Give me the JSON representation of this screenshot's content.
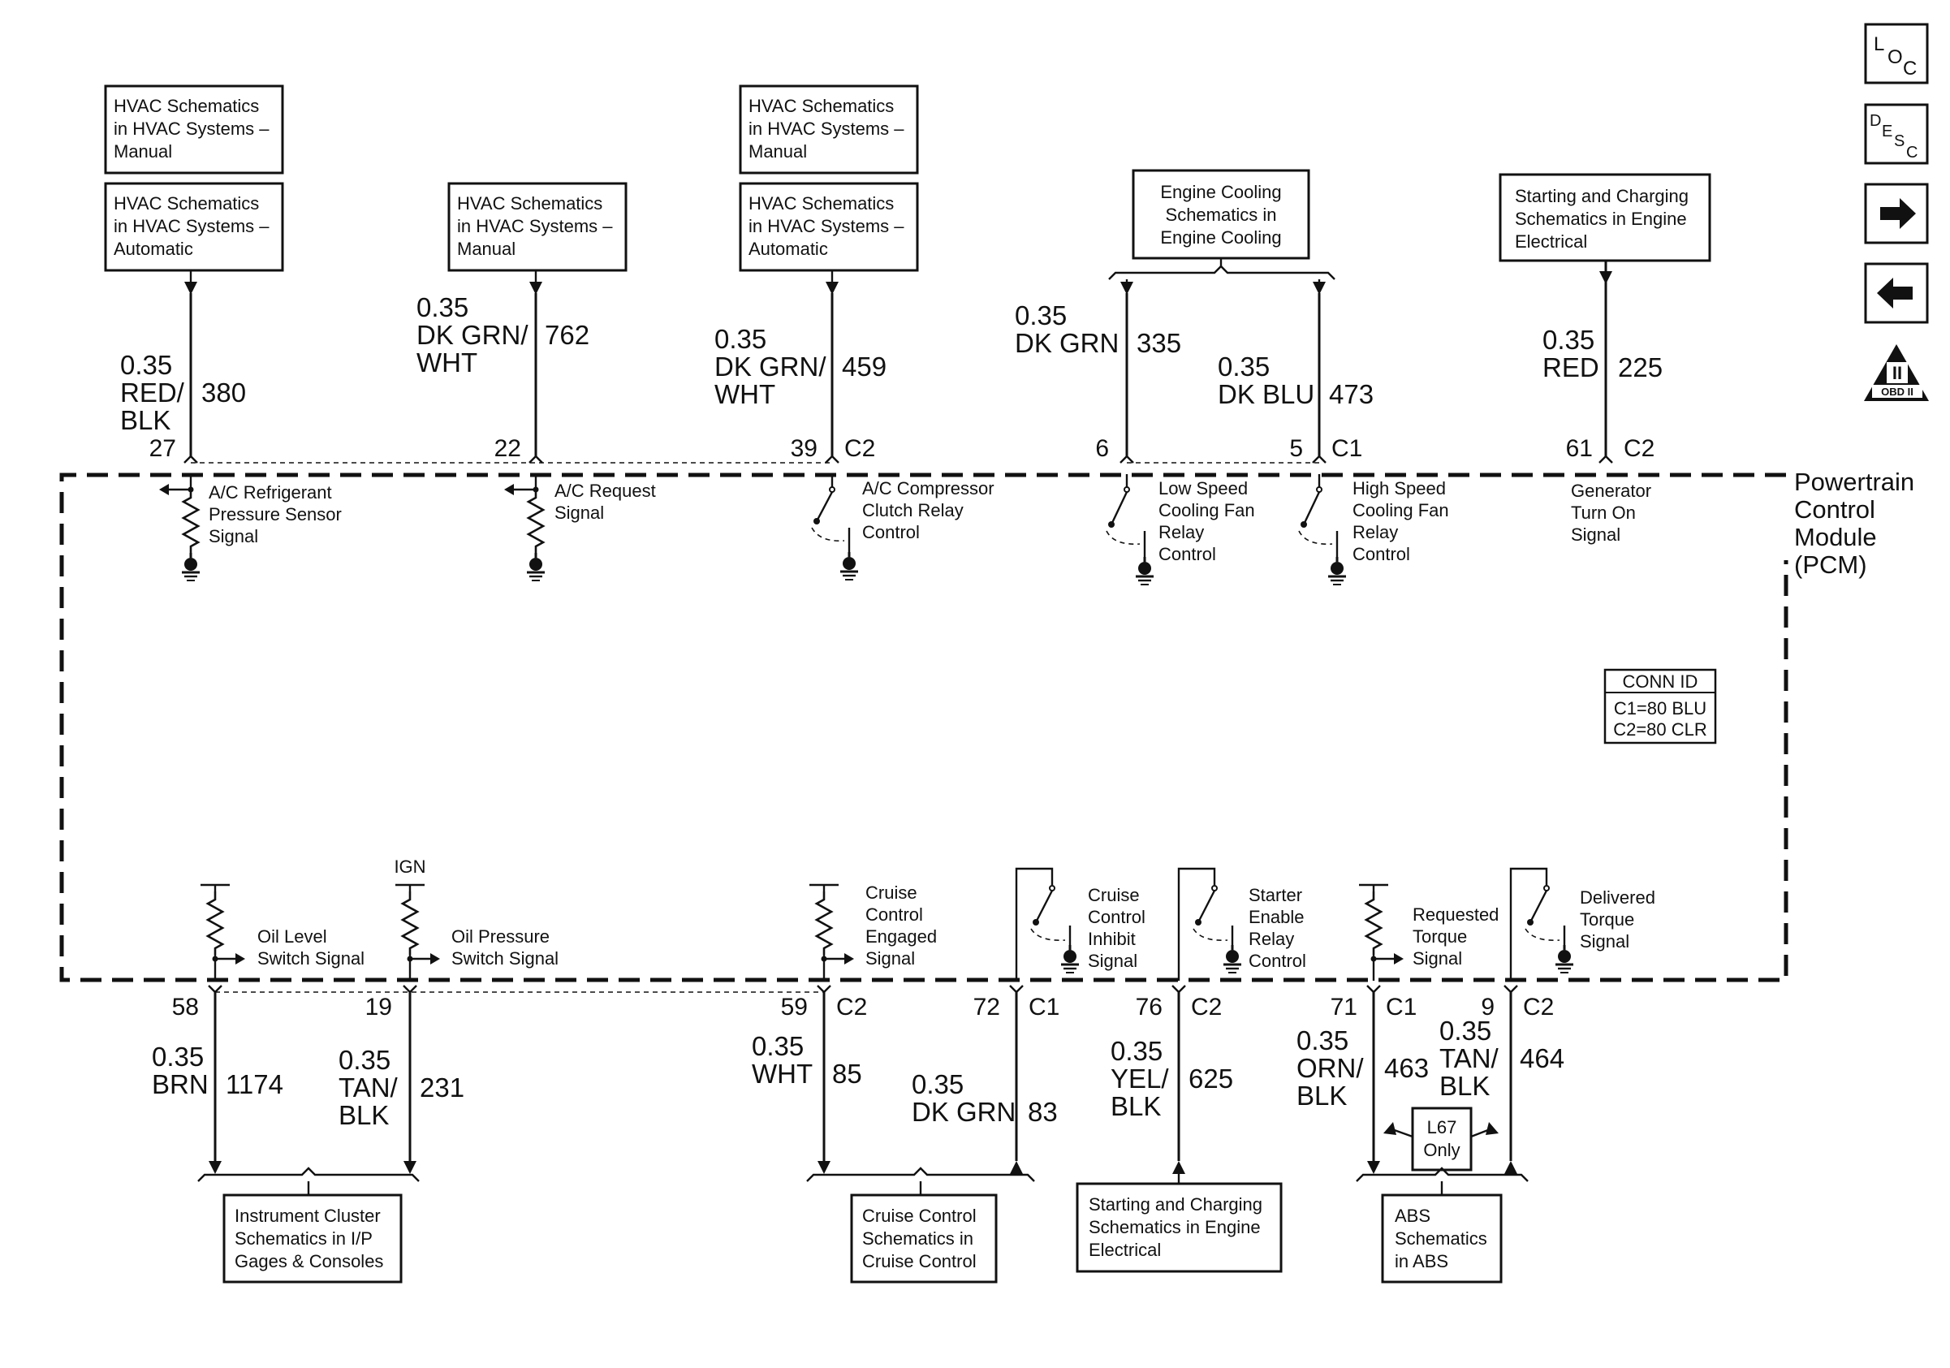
{
  "module": {
    "name_lines": [
      "Powertrain",
      "Control",
      "Module",
      "(PCM)"
    ]
  },
  "conn_id": {
    "title": "CONN ID",
    "lines": [
      "C1=80 BLU",
      "C2=80 CLR"
    ]
  },
  "nav": {
    "loc_icon": "loc-icon",
    "desc_icon": "desc-icon",
    "forward_icon": "right-arrow-icon",
    "back_icon": "left-arrow-icon",
    "obd_label": "OBD II",
    "obd_symbol": "II"
  },
  "top_boxes": [
    {
      "id": "hvac-manual-1",
      "lines": [
        "HVAC Schematics",
        "in HVAC Systems –",
        "Manual"
      ]
    },
    {
      "id": "hvac-auto-1",
      "lines": [
        "HVAC Schematics",
        "in HVAC Systems –",
        "Automatic"
      ]
    },
    {
      "id": "hvac-manual-2",
      "lines": [
        "HVAC Schematics",
        "in HVAC Systems –",
        "Manual"
      ]
    },
    {
      "id": "hvac-manual-3",
      "lines": [
        "HVAC Schematics",
        "in HVAC Systems –",
        "Manual"
      ]
    },
    {
      "id": "hvac-auto-3",
      "lines": [
        "HVAC Schematics",
        "in HVAC Systems –",
        "Automatic"
      ]
    },
    {
      "id": "engine-cooling",
      "lines": [
        "Engine Cooling",
        "Schematics in",
        "Engine Cooling"
      ]
    },
    {
      "id": "starting-charging-top",
      "lines": [
        "Starting and Charging",
        "Schematics in Engine",
        "Electrical"
      ]
    }
  ],
  "bottom_boxes": [
    {
      "id": "instrument-cluster",
      "lines": [
        "Instrument Cluster",
        "Schematics in I/P",
        "Gages & Consoles"
      ]
    },
    {
      "id": "cruise-control",
      "lines": [
        "Cruise Control",
        "Schematics in",
        "Cruise Control"
      ]
    },
    {
      "id": "starting-charging-bottom",
      "lines": [
        "Starting and Charging",
        "Schematics in Engine",
        "Electrical"
      ]
    },
    {
      "id": "abs",
      "lines": [
        "ABS",
        "Schematics",
        "in ABS"
      ]
    }
  ],
  "top_wires": [
    {
      "gauge": "0.35",
      "color_lines": [
        "RED/",
        "BLK"
      ],
      "circuit": "380",
      "pin": "27",
      "connector": ""
    },
    {
      "gauge": "0.35",
      "color_lines": [
        "DK GRN/",
        "WHT"
      ],
      "circuit": "762",
      "pin": "22",
      "connector": ""
    },
    {
      "gauge": "0.35",
      "color_lines": [
        "DK GRN/",
        "WHT"
      ],
      "circuit": "459",
      "pin": "39",
      "connector": "C2"
    },
    {
      "gauge": "0.35",
      "color_lines": [
        "DK GRN"
      ],
      "circuit": "335",
      "pin": "6",
      "connector": ""
    },
    {
      "gauge": "0.35",
      "color_lines": [
        "DK BLU"
      ],
      "circuit": "473",
      "pin": "5",
      "connector": "C1"
    },
    {
      "gauge": "0.35",
      "color_lines": [
        "RED"
      ],
      "circuit": "225",
      "pin": "61",
      "connector": "C2"
    }
  ],
  "bottom_wires": [
    {
      "gauge": "0.35",
      "color_lines": [
        "BRN"
      ],
      "circuit": "1174",
      "pin": "58",
      "connector": ""
    },
    {
      "gauge": "0.35",
      "color_lines": [
        "TAN/",
        "BLK"
      ],
      "circuit": "231",
      "pin": "19",
      "connector": ""
    },
    {
      "gauge": "0.35",
      "color_lines": [
        "WHT"
      ],
      "circuit": "85",
      "pin": "59",
      "connector": "C2"
    },
    {
      "gauge": "0.35",
      "color_lines": [
        "DK GRN"
      ],
      "circuit": "83",
      "pin": "72",
      "connector": "C1"
    },
    {
      "gauge": "0.35",
      "color_lines": [
        "YEL/",
        "BLK"
      ],
      "circuit": "625",
      "pin": "76",
      "connector": "C2"
    },
    {
      "gauge": "0.35",
      "color_lines": [
        "ORN/",
        "BLK"
      ],
      "circuit": "463",
      "pin": "71",
      "connector": "C1"
    },
    {
      "gauge": "0.35",
      "color_lines": [
        "TAN/",
        "BLK"
      ],
      "circuit": "464",
      "pin": "9",
      "connector": "C2"
    }
  ],
  "signals_top": [
    {
      "lines": [
        "A/C Refrigerant",
        "Pressure Sensor",
        "Signal"
      ]
    },
    {
      "lines": [
        "A/C Request",
        "Signal"
      ]
    },
    {
      "lines": [
        "A/C Compressor",
        "Clutch Relay",
        "Control"
      ]
    },
    {
      "lines": [
        "Low Speed",
        "Cooling Fan",
        "Relay",
        "Control"
      ]
    },
    {
      "lines": [
        "High Speed",
        "Cooling Fan",
        "Relay",
        "Control"
      ]
    },
    {
      "lines": [
        "Generator",
        "Turn On",
        "Signal"
      ]
    }
  ],
  "signals_bottom": [
    {
      "lines": [
        "Oil Level",
        "Switch Signal"
      ]
    },
    {
      "lines": [
        "Oil Pressure",
        "Switch Signal"
      ]
    },
    {
      "lines": [
        "Cruise",
        "Control",
        "Engaged",
        "Signal"
      ]
    },
    {
      "lines": [
        "Cruise",
        "Control",
        "Inhibit",
        "Signal"
      ]
    },
    {
      "lines": [
        "Starter",
        "Enable",
        "Relay",
        "Control"
      ]
    },
    {
      "lines": [
        "Requested",
        "Torque",
        "Signal"
      ]
    },
    {
      "lines": [
        "Delivered",
        "Torque",
        "Signal"
      ]
    }
  ],
  "ign_label": "IGN",
  "l67_box": {
    "lines": [
      "L67",
      "Only"
    ]
  }
}
